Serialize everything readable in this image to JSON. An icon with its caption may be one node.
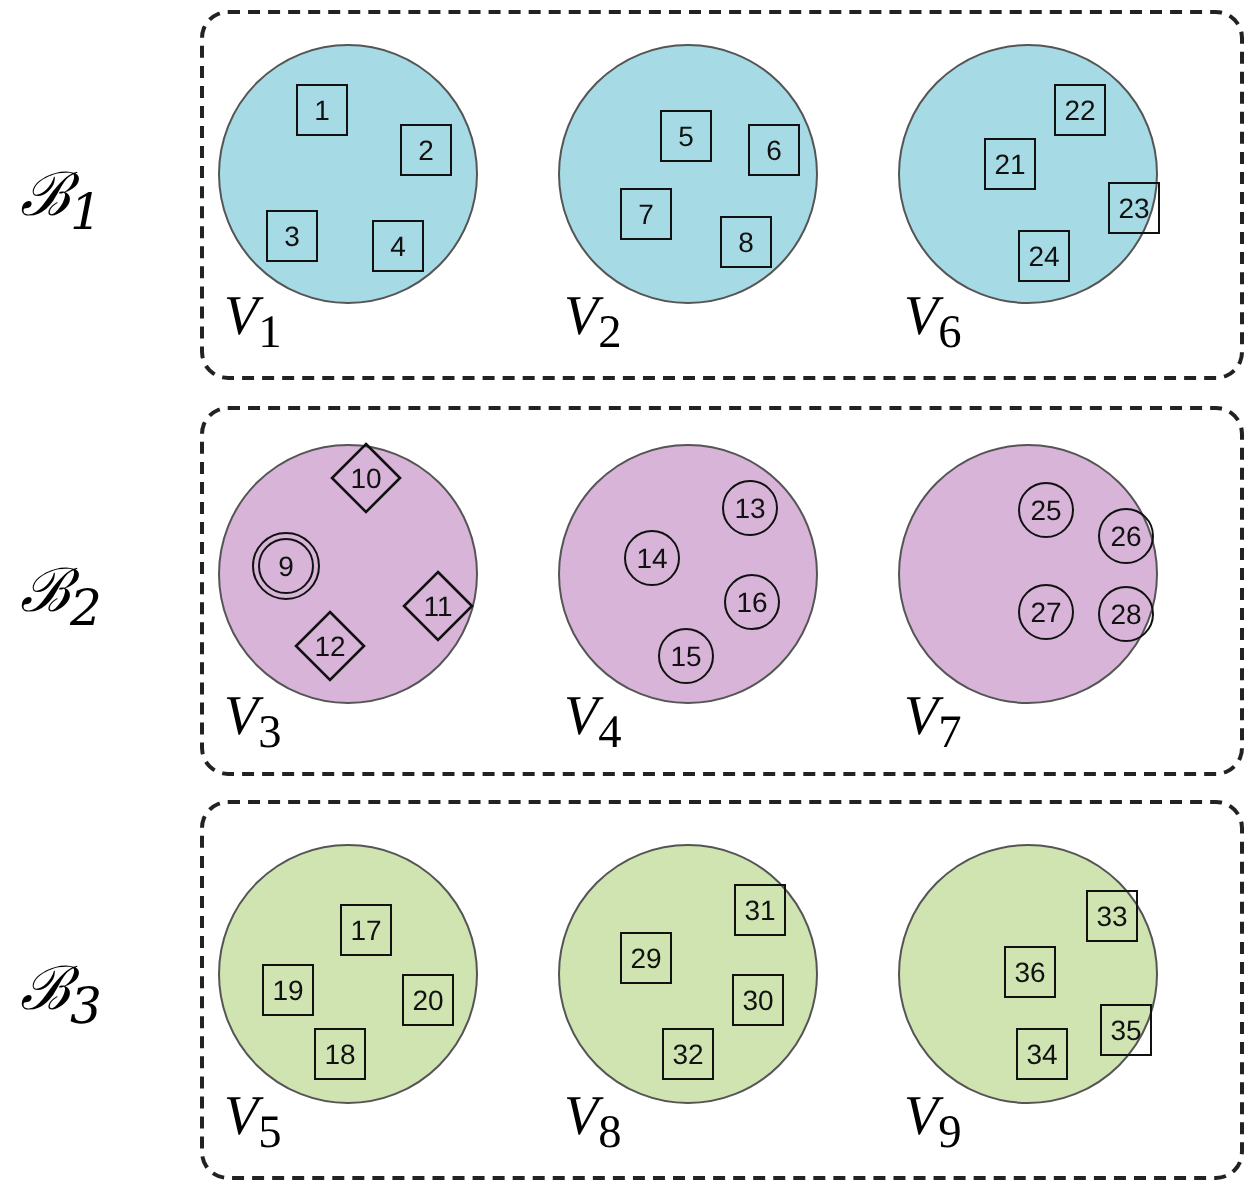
{
  "diagram": {
    "nodes": [
      {
        "text": [
          "ℬ$_{1}$"
        ]
      },
      {
        "text": [
          "*V*$_{1}$"
        ],
        "in": 0
      },
      {
        "text": [
          "1"
        ],
        "in": 1
      },
      {
        "text": [
          "2"
        ],
        "in": 1
      },
      {
        "text": [
          "3"
        ],
        "in": 1
      },
      {
        "text": [
          "4"
        ],
        "in": 1
      },
      {
        "text": [
          "*V*$_{2}$"
        ],
        "in": 0
      },
      {
        "text": [
          "5"
        ],
        "in": 6
      },
      {
        "text": [
          "6"
        ],
        "in": 6
      },
      {
        "text": [
          "7"
        ],
        "in": 6
      },
      {
        "text": [
          "8"
        ],
        "in": 6
      },
      {
        "text": [
          "*V*$_{6}$"
        ],
        "in": 0
      },
      {
        "text": [
          "21"
        ],
        "in": 11
      },
      {
        "text": [
          "22"
        ],
        "in": 11
      },
      {
        "text": [
          "23"
        ],
        "in": 11
      },
      {
        "text": [
          "24"
        ],
        "in": 11
      },
      {
        "text": [
          "ℬ$_{2}$"
        ]
      },
      {
        "text": [
          "*V*$_{3}$"
        ],
        "in": 16
      },
      {
        "text": [
          "9"
        ],
        "in": 17
      },
      {
        "text": [
          "10"
        ],
        "in": 17
      },
      {
        "text": [
          "11"
        ],
        "in": 17
      },
      {
        "text": [
          "12"
        ],
        "in": 17
      },
      {
        "text": [
          "*V*$_{4}$"
        ],
        "in": 16
      },
      {
        "text": [
          "13"
        ],
        "in": 22
      },
      {
        "text": [
          "14"
        ],
        "in": 22
      },
      {
        "text": [
          "15"
        ],
        "in": 22
      },
      {
        "text": [
          "16"
        ],
        "in": 22
      },
      {
        "text": [
          "*V*$_{7}$"
        ],
        "in": 16
      },
      {
        "text": [
          "25"
        ],
        "in": 27
      },
      {
        "text": [
          "26"
        ],
        "in": 27
      },
      {
        "text": [
          "27"
        ],
        "in": 27
      },
      {
        "text": [
          "28"
        ],
        "in": 27
      },
      {
        "text": [
          "ℬ$_{3}$"
        ]
      },
      {
        "text": [
          "*V*$_{5}$"
        ],
        "in": 32
      },
      {
        "text": [
          "17"
        ],
        "in": 33
      },
      {
        "text": [
          "18"
        ],
        "in": 33
      },
      {
        "text": [
          "19"
        ],
        "in": 33
      },
      {
        "text": [
          "20"
        ],
        "in": 33
      },
      {
        "text": [
          "*V*$_{8}$"
        ],
        "in": 32
      },
      {
        "text": [
          "29"
        ],
        "in": 38
      },
      {
        "text": [
          "30"
        ],
        "in": 38
      },
      {
        "text": [
          "31"
        ],
        "in": 38
      },
      {
        "text": [
          "32"
        ],
        "in": 38
      },
      {
        "text": [
          "*V*$_{9}$"
        ],
        "in": 32
      },
      {
        "text": [
          "33"
        ],
        "in": 43
      },
      {
        "text": [
          "34"
        ],
        "in": 43
      },
      {
        "text": [
          "35"
        ],
        "in": 43
      },
      {
        "text": [
          "36"
        ],
        "in": 43
      }
    ]
  }
}
